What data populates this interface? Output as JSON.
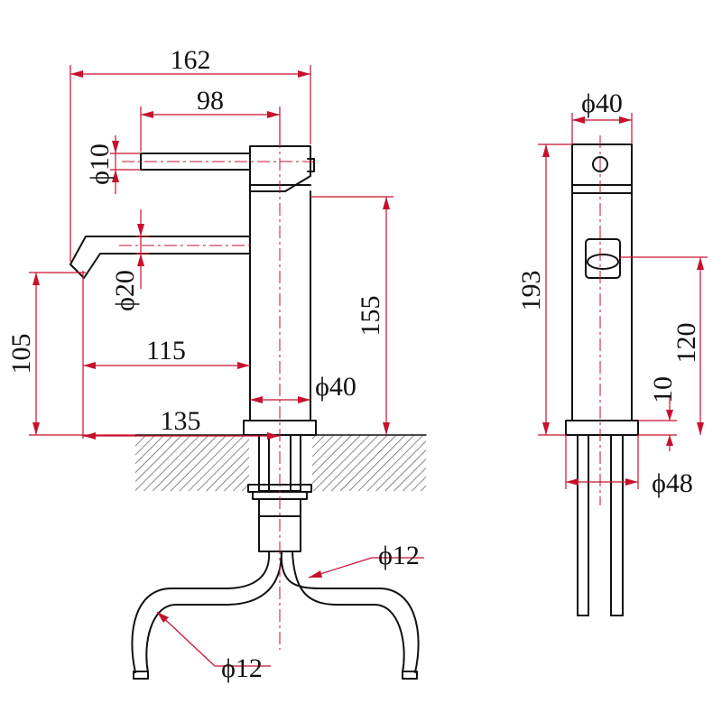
{
  "drawing": {
    "front_view": {
      "overall_reach": "162",
      "handle_length": "98",
      "handle_diameter": "ϕ10",
      "spout_diameter": "ϕ20",
      "spout_height": "105",
      "spout_reach": "115",
      "body_height": "155",
      "body_diameter": "ϕ40",
      "base_reach": "135",
      "hose_diameter_right": "ϕ12",
      "hose_diameter_left": "ϕ12"
    },
    "side_view": {
      "top_diameter": "ϕ40",
      "overall_height": "193",
      "outlet_height": "120",
      "base_height": "10",
      "base_diameter": "ϕ48"
    }
  },
  "colors": {
    "dimension": "#c8102e",
    "outline": "#111111",
    "background": "#ffffff"
  }
}
